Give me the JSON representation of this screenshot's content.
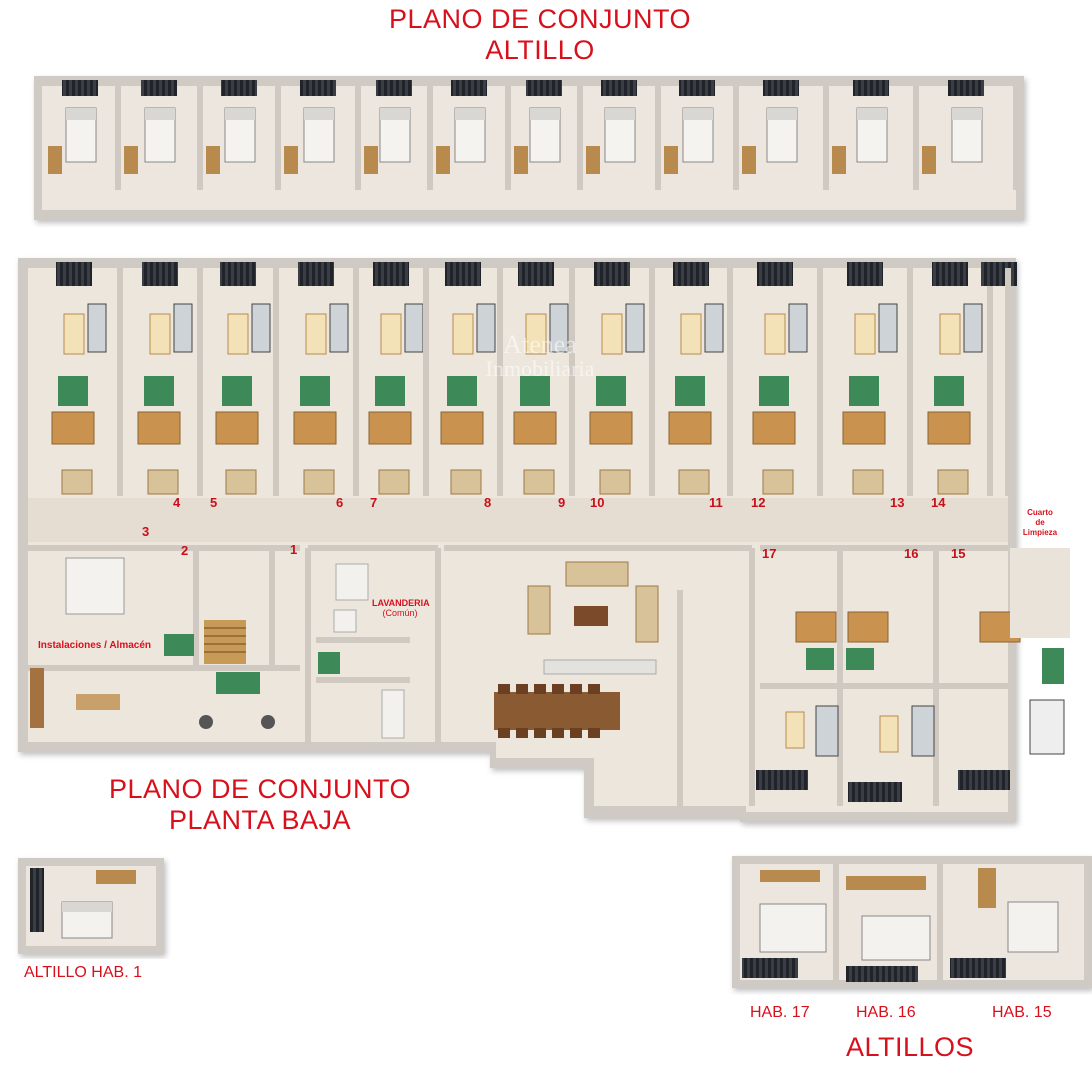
{
  "titles": {
    "top_line1": "PLANO DE CONJUNTO",
    "top_line2": "ALTILLO",
    "mid_line1": "PLANO DE CONJUNTO",
    "mid_line2": "PLANTA BAJA",
    "bottom_right": "ALTILLOS"
  },
  "labels": {
    "altillo_hab1": "ALTILLO HAB. 1",
    "hab17": "HAB. 17",
    "hab16": "HAB. 16",
    "hab15": "HAB. 15",
    "instalaciones": "Instalaciones / Almacén",
    "lavanderia_1": "LAVANDERIA",
    "lavanderia_2": "(Común)",
    "cuarto_1": "Cuarto",
    "cuarto_2": "de",
    "cuarto_3": "Limpieza"
  },
  "room_numbers": [
    "1",
    "2",
    "3",
    "4",
    "5",
    "6",
    "7",
    "8",
    "9",
    "10",
    "11",
    "12",
    "13",
    "14",
    "15",
    "16",
    "17"
  ],
  "watermark": {
    "line1": "Atenea",
    "line2": "Inmobiliaria"
  },
  "colors": {
    "title_red": "#d8101c",
    "wall": "#d6d2cc",
    "floor": "#ece5dc",
    "bath": "#2f7d4f",
    "wood": "#b98a4d",
    "railing": "#2b2f36"
  }
}
